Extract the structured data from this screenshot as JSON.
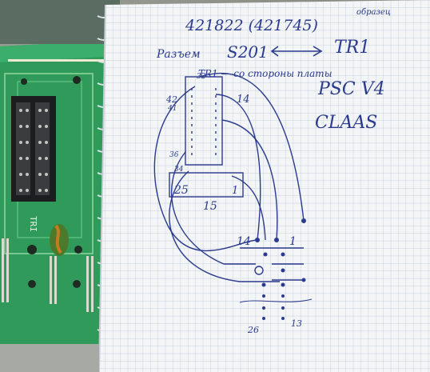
{
  "photo": {
    "board_label": "TRI",
    "notebook": {
      "line1": "421822 (421745)",
      "line1_note": "образец",
      "line2_left": "Разъем",
      "line2_code": "S201",
      "line2_right": "TR1",
      "line3": "TR1 — со стороны платы",
      "model": "PSC V4",
      "brand": "CLAAS"
    },
    "pin_labels": {
      "p32": "32",
      "p42": "42",
      "p41": "41",
      "p14a": "14",
      "p36": "36",
      "p34": "34",
      "p25": "25",
      "p1a": "1",
      "p15": "15",
      "p14b": "14",
      "p1b": "1",
      "p26": "26",
      "p13": "13"
    }
  }
}
